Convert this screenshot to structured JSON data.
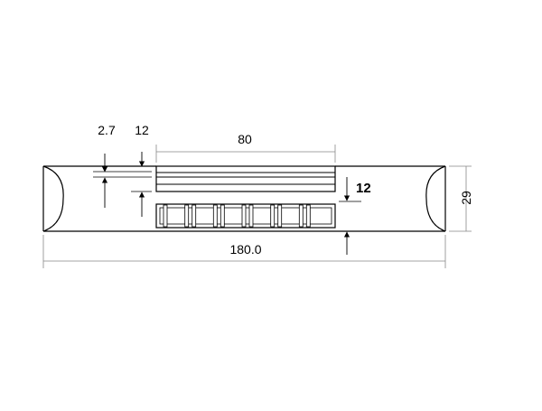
{
  "dimensions": {
    "dim_2_7": "2.7",
    "dim_12_top": "12",
    "dim_80": "80",
    "dim_12_side": "12",
    "dim_29": "29",
    "dim_180": "180.0"
  },
  "colors": {
    "outline": "#000000",
    "dimension_line": "#888888",
    "background": "#ffffff"
  }
}
